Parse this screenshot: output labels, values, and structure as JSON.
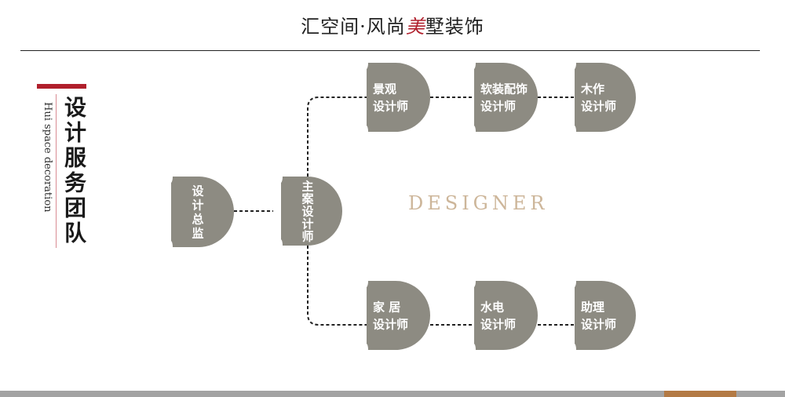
{
  "header": {
    "title_part1": "汇空间·风尚",
    "title_accent": "美",
    "title_part2": "墅装饰"
  },
  "side": {
    "chinese": "设计服务团队",
    "english": "Hui space decoration"
  },
  "watermark": "DESIGNER",
  "colors": {
    "node_fill": "#8d8b82",
    "accent_red": "#b01f2c",
    "accent_tan": "#cdb69a",
    "bottom_bar": "#a3a3a3",
    "bottom_accent": "#b37a45"
  },
  "nodes": [
    {
      "id": "director",
      "lines": [
        "设",
        "计",
        "总",
        "监"
      ],
      "vertical": true
    },
    {
      "id": "lead",
      "lines": [
        "主",
        "案",
        "设",
        "计",
        "师"
      ],
      "vertical": true
    },
    {
      "id": "landscape",
      "lines": [
        "景观",
        "设计师"
      ],
      "vertical": false
    },
    {
      "id": "soft",
      "lines": [
        "软装配饰",
        "设计师"
      ],
      "vertical": false
    },
    {
      "id": "wood",
      "lines": [
        "木作",
        "设计师"
      ],
      "vertical": false
    },
    {
      "id": "home",
      "lines": [
        "家 居",
        "设计师"
      ],
      "vertical": false
    },
    {
      "id": "plumbing",
      "lines": [
        "水电",
        "设计师"
      ],
      "vertical": false
    },
    {
      "id": "assistant",
      "lines": [
        "助理",
        "设计师"
      ],
      "vertical": false
    }
  ]
}
